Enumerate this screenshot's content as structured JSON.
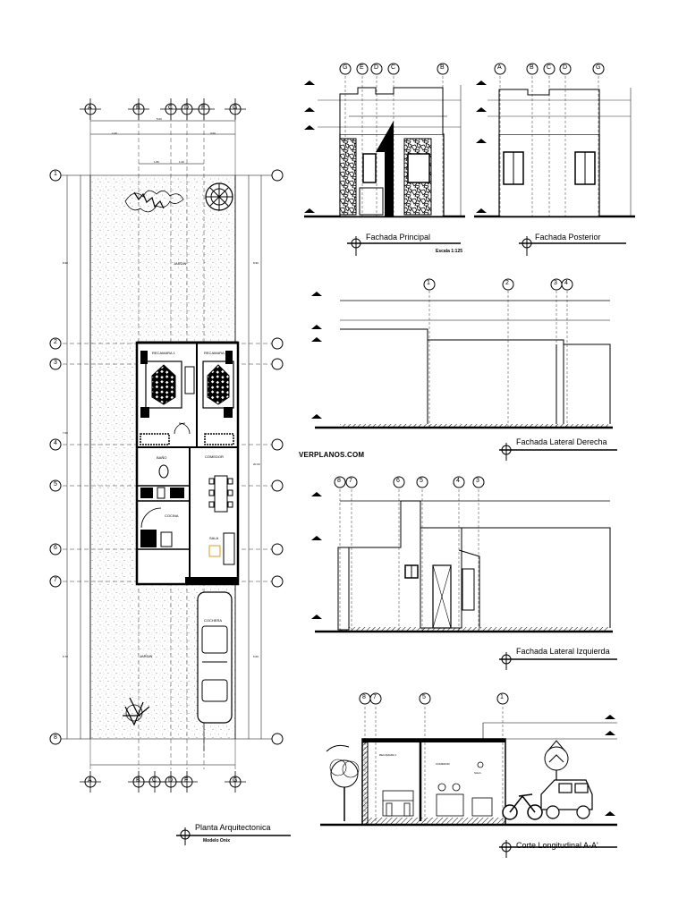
{
  "brand": "VERPLANOS.COM",
  "plan": {
    "title": "Planta Arquitectonica",
    "subtitle": "Modelo Onix",
    "axes_top": [
      "A",
      "B",
      "C",
      "D",
      "E",
      "G"
    ],
    "axes_bottom": [
      "A",
      "B",
      "C",
      "D",
      "E",
      "G"
    ],
    "axes_side": [
      "1",
      "2",
      "3",
      "4",
      "5",
      "6",
      "7",
      "8"
    ],
    "rooms": {
      "bed1": "RECAMARA 1",
      "bed2": "RECAMARA 2",
      "bath": "BAÑO",
      "dining": "COMEDOR",
      "kitchen": "COCINA",
      "living": "SALA",
      "garage": "COCHERA",
      "garden_front": "JARDIN",
      "garden_back": "JARDIN"
    }
  },
  "front": {
    "title": "Fachada Principal",
    "scale": "Escala 1:125",
    "axes": [
      "G",
      "E",
      "D",
      "C",
      "B"
    ]
  },
  "rear": {
    "title": "Fachada Posterior",
    "axes": [
      "A",
      "B",
      "C",
      "D",
      "G"
    ]
  },
  "right": {
    "title": "Fachada Lateral Derecha",
    "axes": [
      "1",
      "2",
      "3",
      "4"
    ]
  },
  "left": {
    "title": "Fachada Lateral Izquierda",
    "axes": [
      "8",
      "7",
      "6",
      "5",
      "4",
      "3"
    ]
  },
  "section": {
    "title": "Corte Longitudinal A-A'",
    "axes": [
      "8",
      "7",
      "5",
      "1"
    ],
    "rooms": {
      "bed": "RECAMARA 1",
      "dining": "COMEDOR",
      "living": "SALA"
    }
  }
}
